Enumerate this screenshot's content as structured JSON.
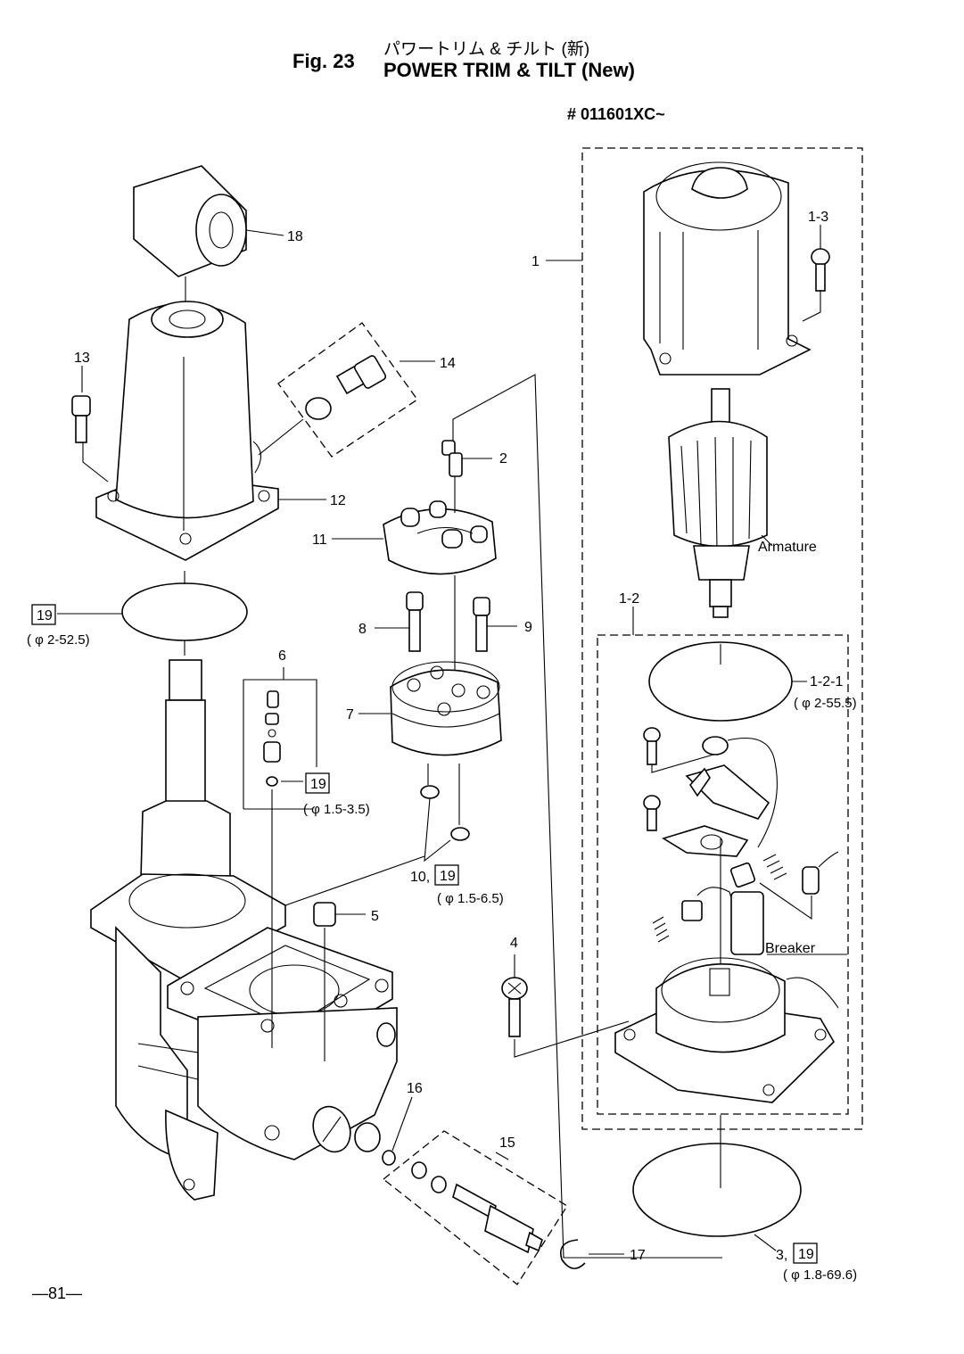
{
  "header": {
    "fig_no": "Fig. 23",
    "title_jp": "パワートリム & チルト (新)",
    "title_en": "POWER TRIM & TILT (New)",
    "serial": "# 011601XC~"
  },
  "page_number": "—81—",
  "callouts": [
    {
      "id": "18",
      "label": "18"
    },
    {
      "id": "13",
      "label": "13"
    },
    {
      "id": "14",
      "label": "14"
    },
    {
      "id": "12",
      "label": "12"
    },
    {
      "id": "2",
      "label": "2"
    },
    {
      "id": "11",
      "label": "11"
    },
    {
      "id": "8",
      "label": "8"
    },
    {
      "id": "9",
      "label": "9"
    },
    {
      "id": "6",
      "label": "6"
    },
    {
      "id": "7",
      "label": "7"
    },
    {
      "id": "5",
      "label": "5"
    },
    {
      "id": "4",
      "label": "4"
    },
    {
      "id": "16",
      "label": "16"
    },
    {
      "id": "15",
      "label": "15"
    },
    {
      "id": "17",
      "label": "17"
    },
    {
      "id": "1",
      "label": "1"
    },
    {
      "id": "1-3",
      "label": "1-3"
    },
    {
      "id": "1-2",
      "label": "1-2"
    },
    {
      "id": "1-2-1",
      "label": "1-2-1"
    }
  ],
  "boxed_callouts": {
    "o_ring_top": "19",
    "o_ring_valve": "19",
    "o_ring_10": "19",
    "o_ring_3": "19"
  },
  "specs": {
    "o_ring_top": "( φ 2-52.5)",
    "o_ring_valve": "( φ 1.5-3.5)",
    "o_ring_10": "( φ 1.5-6.5)",
    "o_ring_1_2_1": "( φ 2-55.5)",
    "o_ring_3": "( φ 1.8-69.6)"
  },
  "prefixes": {
    "o_ring_10": "10,",
    "o_ring_3": "3,"
  },
  "part_names": {
    "armature": "Armature",
    "breaker": "Breaker"
  }
}
